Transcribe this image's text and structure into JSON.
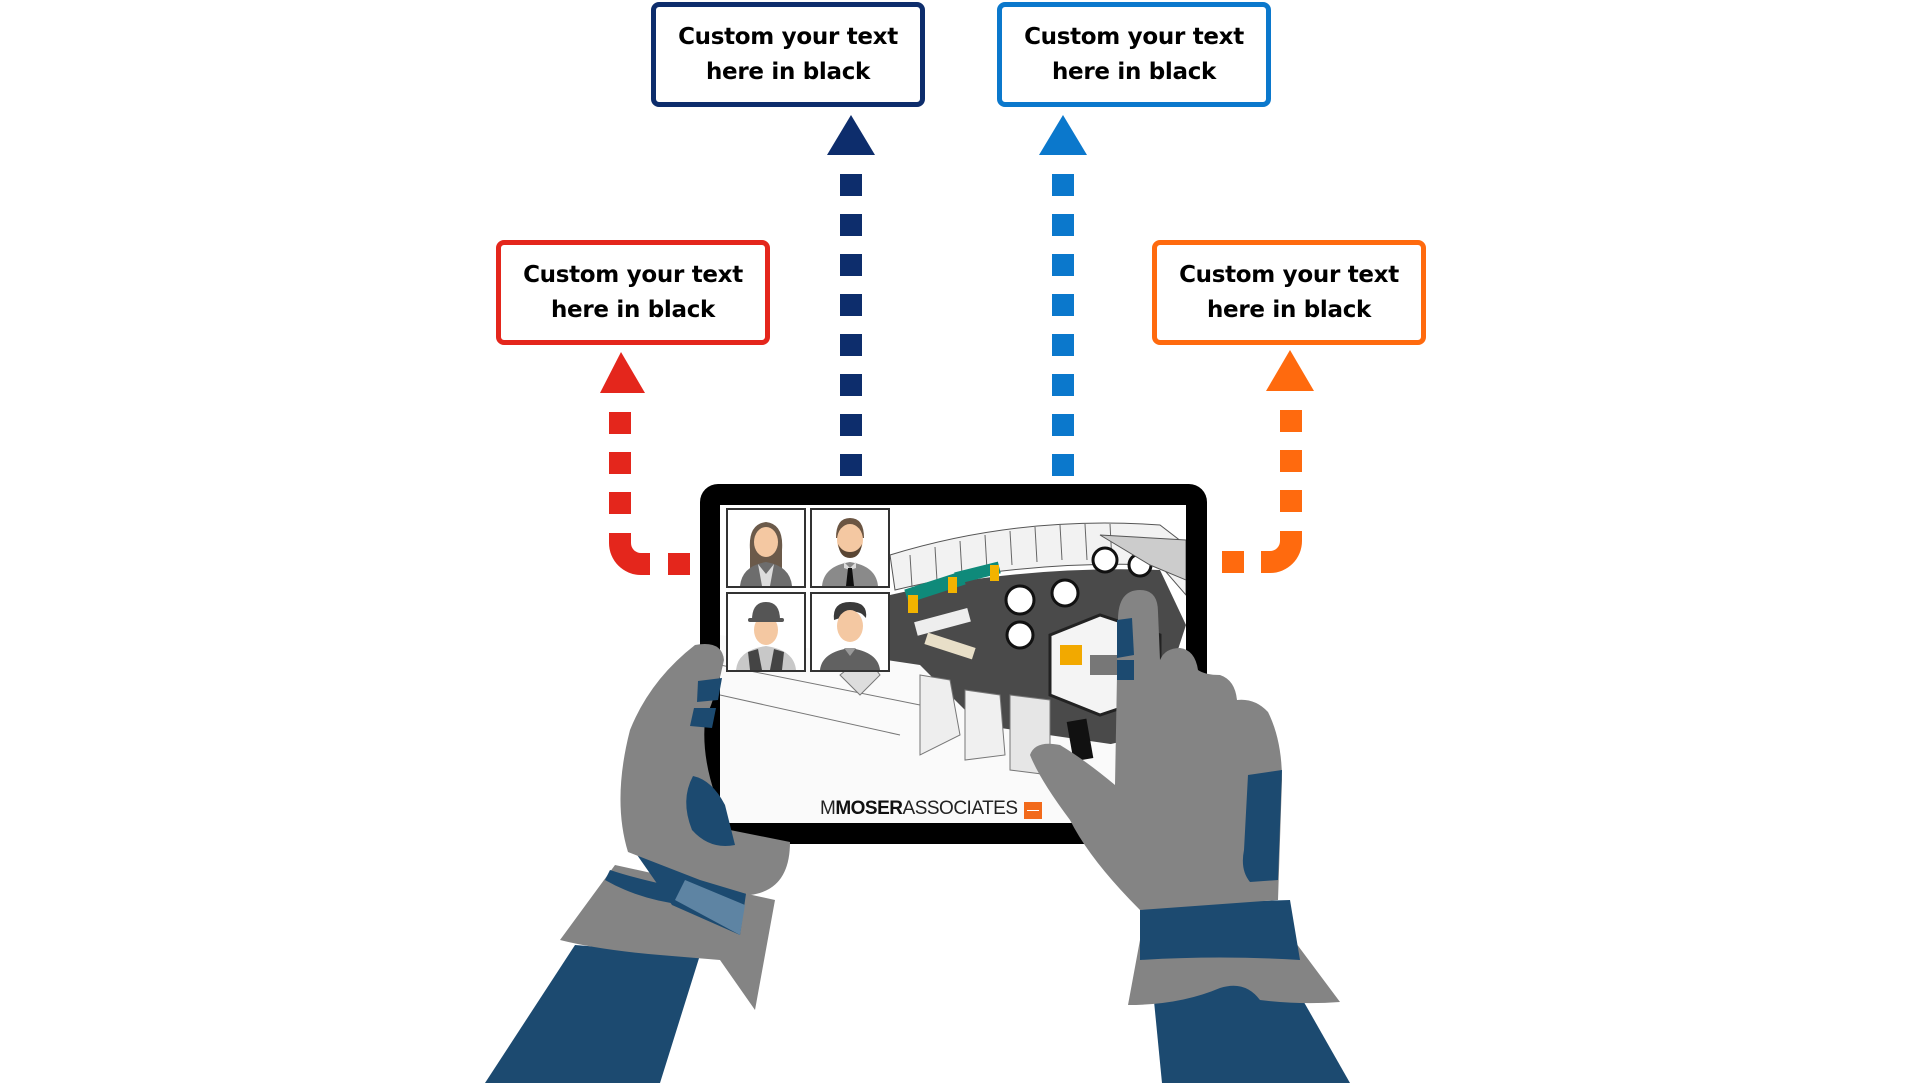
{
  "colors": {
    "red": "#e4261c",
    "navy": "#0d2d6c",
    "blue": "#0b78cc",
    "orange": "#ff6a0e",
    "glove_gray": "#848484",
    "sleeve_blue": "#1c4a70",
    "cuff_light_blue": "#5e84a3",
    "tablet_bezel": "#000000",
    "skin": "#f4c8a2"
  },
  "callouts": [
    {
      "id": "red",
      "color": "red",
      "line1": "Custom your text",
      "line2": "here in black"
    },
    {
      "id": "navy",
      "color": "navy",
      "line1": "Custom your text",
      "line2": "here in black"
    },
    {
      "id": "blue",
      "color": "blue",
      "line1": "Custom your text",
      "line2": "here in black"
    },
    {
      "id": "orange",
      "color": "orange",
      "line1": "Custom your text",
      "line2": "here in black"
    }
  ],
  "tablet": {
    "video_participants": [
      {
        "role": "woman-in-suit"
      },
      {
        "role": "bearded-man-with-tie"
      },
      {
        "role": "construction-worker-hard-hat"
      },
      {
        "role": "man-casual"
      }
    ],
    "content": "isometric office floor plan rendering",
    "logo": {
      "prefix": "M",
      "bold": "MOSER",
      "suffix": "ASSOCIATES"
    }
  },
  "figures": {
    "left_hand": "gloved hand holding tablet",
    "right_hand": "gloved hand pointing at tablet screen"
  }
}
